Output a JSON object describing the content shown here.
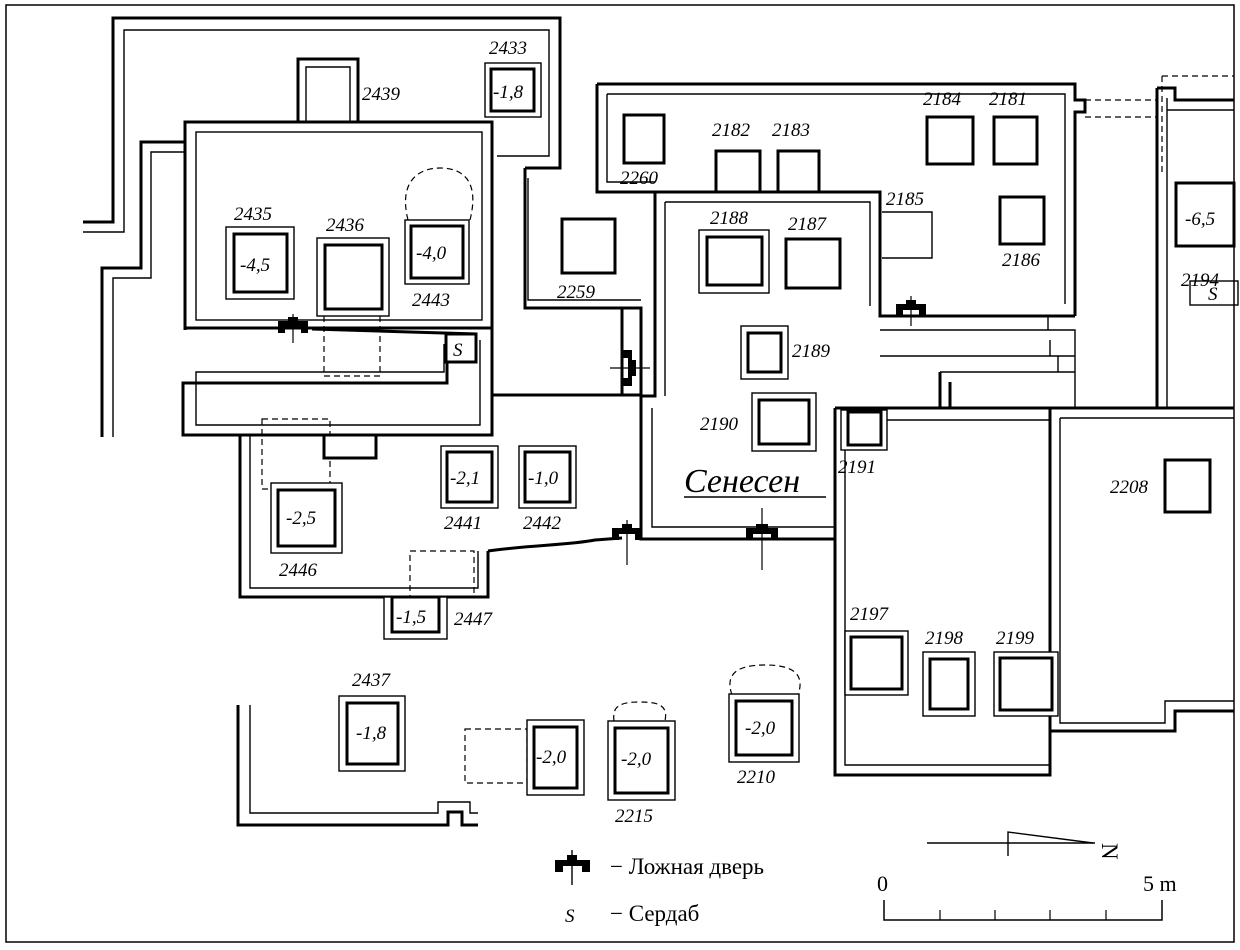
{
  "map": {
    "title": "Сенесен",
    "labels": {
      "t2433": "2433",
      "t2439": "2439",
      "t2435": "2435",
      "t2436": "2436",
      "t2443": "2443",
      "t2259": "2259",
      "t2260": "2260",
      "t2182": "2182",
      "t2183": "2183",
      "t2184": "2184",
      "t2181": "2181",
      "t2185": "2185",
      "t2186": "2186",
      "t2188": "2188",
      "t2187": "2187",
      "t2189": "2189",
      "t2190": "2190",
      "t2191": "2191",
      "t2194": "2194",
      "t2208": "2208",
      "t2441": "2441",
      "t2442": "2442",
      "t2446": "2446",
      "t2447": "2447",
      "t2197": "2197",
      "t2198": "2198",
      "t2199": "2199",
      "t2437": "2437",
      "t2215": "2215",
      "t2210": "2210"
    },
    "depths": {
      "d2433": "-1,8",
      "d2435": "-4,5",
      "d2443": "-4,0",
      "d2194": "-6,5",
      "d2441": "-2,1",
      "d2442": "-1,0",
      "d2446": "-2,5",
      "d2447": "-1,5",
      "d2437": "-1,8",
      "d2200": "-2,0",
      "d2215": "-2,0",
      "d2210": "-2,0"
    },
    "serdab_marks": {
      "s1": "S",
      "s2": "S"
    }
  },
  "legend": {
    "false_door": "− Ложная дверь",
    "serdab_symbol": "S",
    "serdab": "− Сердаб"
  },
  "scale": {
    "start": "0",
    "end": "5 m"
  },
  "north": {
    "label": "N"
  }
}
